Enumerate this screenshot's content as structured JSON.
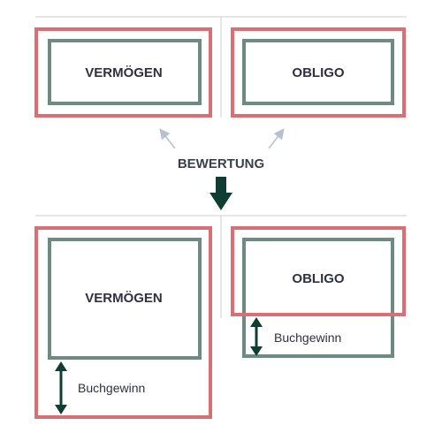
{
  "colors": {
    "red_frame": "#d86f74",
    "teal_frame": "#6d8a83",
    "dark_arrow": "#0f3d34",
    "light_arrow": "#b8c0cc",
    "divider": "#c9ccd2",
    "text": "#2d3142"
  },
  "top": {
    "left_label": "VERMÖGEN",
    "right_label": "OBLIGO"
  },
  "center": {
    "label": "BEWERTUNG"
  },
  "bottom": {
    "left_label": "VERMÖGEN",
    "right_label": "OBLIGO",
    "left_note": "Buchgewinn",
    "right_note": "Buchgewinn"
  },
  "icons": {
    "up_left_arrow": "arrow-up-left-icon",
    "up_right_arrow": "arrow-up-right-icon",
    "down_arrow": "arrow-down-icon",
    "double_arrow": "double-arrow-vertical-icon"
  }
}
